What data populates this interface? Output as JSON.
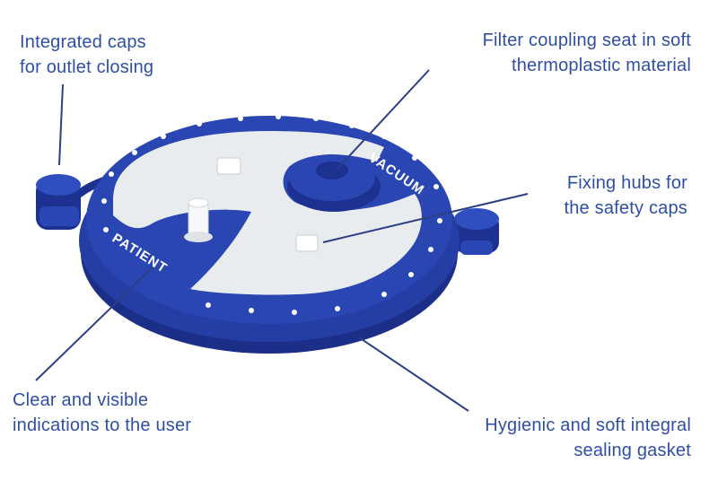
{
  "labels": {
    "integrated_caps": [
      "Integrated caps",
      "for outlet closing"
    ],
    "filter_coupling": [
      "Filter coupling seat in soft",
      "thermoplastic material"
    ],
    "fixing_hubs": [
      "Fixing hubs for",
      "the safety caps"
    ],
    "clear_indications": [
      "Clear and visible",
      "indications to the user"
    ],
    "hygienic_gasket": [
      "Hygienic and soft integral",
      "sealing gasket"
    ]
  },
  "lid_markings": {
    "vacuum": "VACUUM",
    "patient": "PATIENT"
  },
  "colors": {
    "label_text": "#2f4fa3",
    "leader_line": "#2d3f86",
    "lid_blue": "#2a46b3",
    "lid_dark": "#1d3191",
    "lid_face": "#e9ecef"
  }
}
